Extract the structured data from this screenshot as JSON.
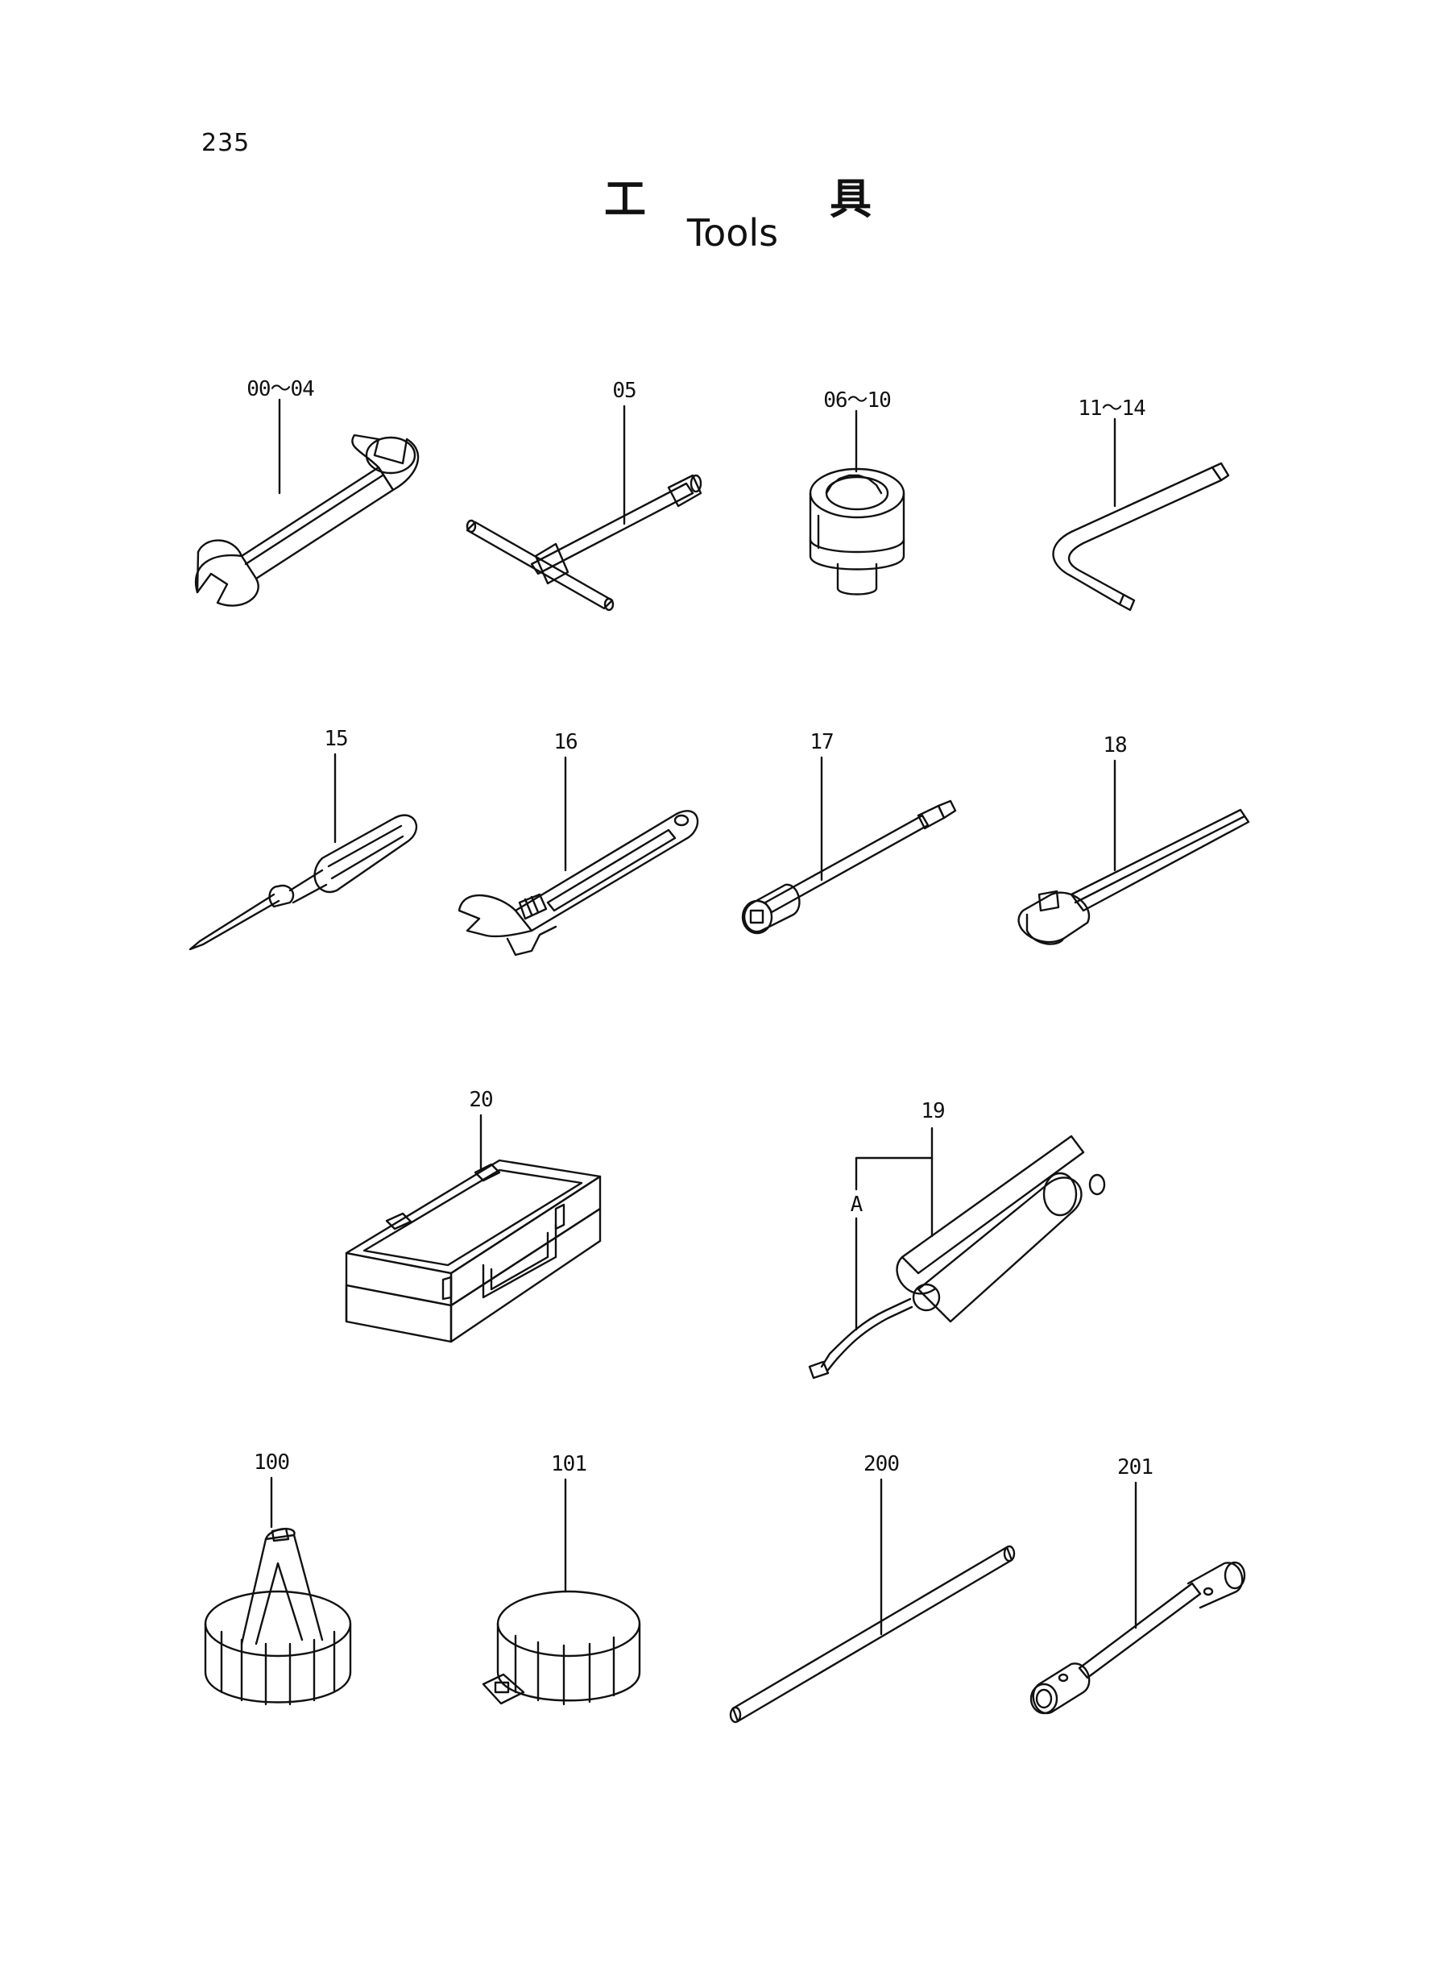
{
  "page_number": "235",
  "title_jp_1": "工",
  "title_jp_2": "具",
  "title_en": "Tools",
  "callouts": {
    "open_end_wrench": "00～04",
    "t_socket_wrench": "05",
    "socket": "06～10",
    "hex_key": "11～14",
    "screwdriver": "15",
    "adjustable_wrench": "16",
    "extension_bar": "17",
    "ratchet_handle": "18",
    "tool_box": "20",
    "grease_gun": "19",
    "grease_gun_sub": "A",
    "filter_wrench_cap": "100",
    "filter_wrench_band": "101",
    "bar": "200",
    "box_wrench": "201"
  }
}
